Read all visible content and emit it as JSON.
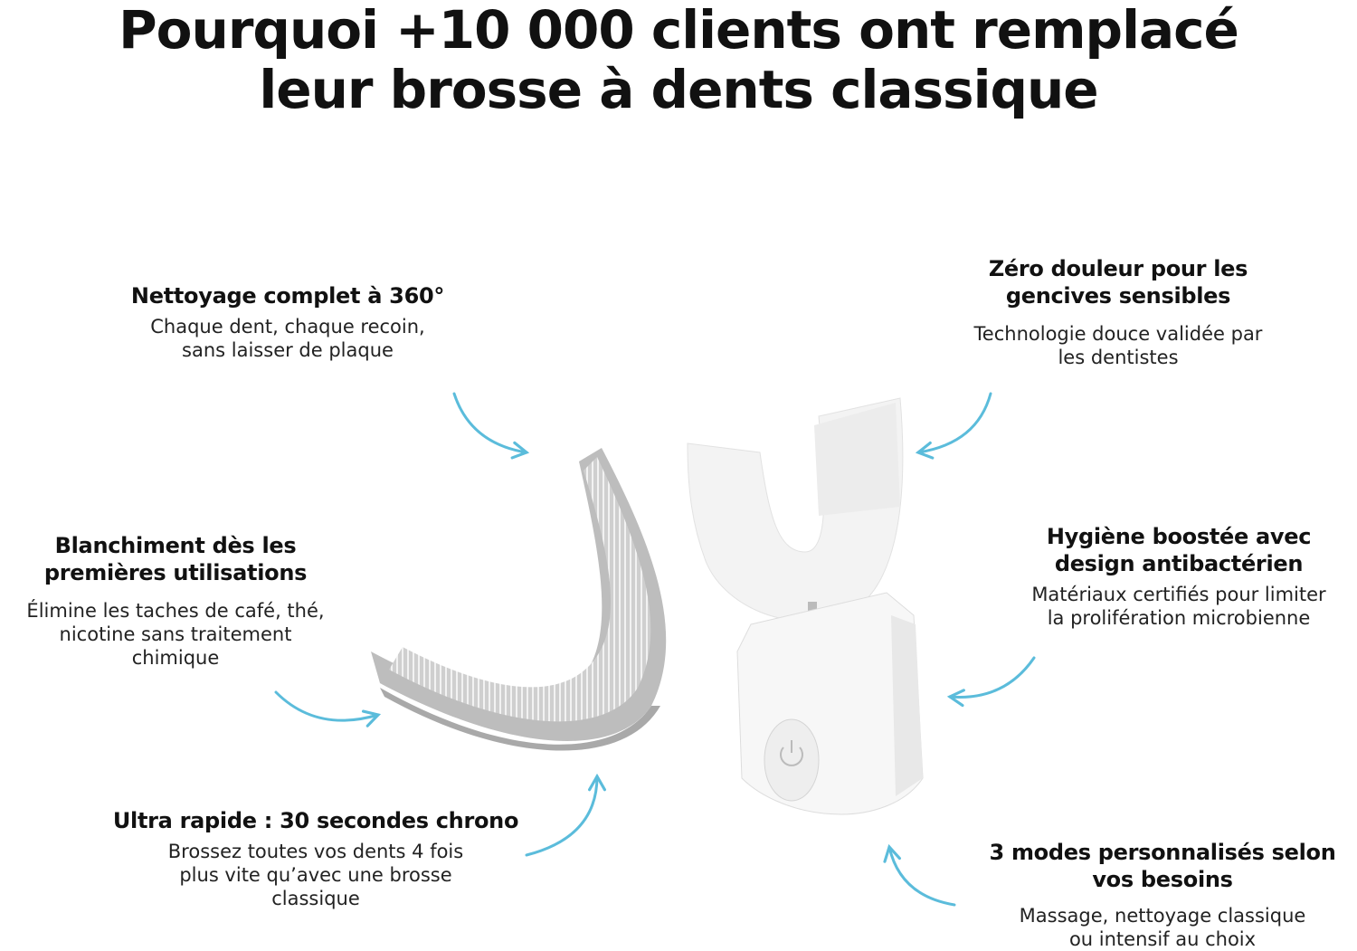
{
  "title": {
    "line1": "Pourquoi +10 000 clients ont remplacé",
    "line2": "leur brosse à dents classique"
  },
  "features": [
    {
      "heading": [
        "Nettoyage complet à 360°"
      ],
      "description": [
        "Chaque dent, chaque recoin,",
        "sans laisser de plaque"
      ]
    },
    {
      "heading": [
        "Zéro douleur pour les",
        "gencives sensibles"
      ],
      "description": [
        "Technologie douce validée par",
        "les dentistes"
      ]
    },
    {
      "heading": [
        "Blanchiment dès les",
        "premières utilisations"
      ],
      "description": [
        "Élimine les taches de café, thé,",
        "nicotine sans traitement",
        "chimique"
      ]
    },
    {
      "heading": [
        "Hygiène boostée avec",
        "design antibactérien"
      ],
      "description": [
        "Matériaux certifiés pour limiter",
        "la prolifération microbienne"
      ]
    },
    {
      "heading": [
        "Ultra rapide : 30 secondes chrono"
      ],
      "description": [
        "Brossez toutes vos dents 4 fois",
        "plus vite qu’avec une brosse",
        "classique"
      ]
    },
    {
      "heading": [
        "3 modes personnalisés selon",
        "vos besoins"
      ],
      "description": [
        "Massage, nettoyage classique",
        "ou intensif au choix"
      ]
    }
  ],
  "colors": {
    "arrow": "#5bbcdb",
    "text": "#111111",
    "brush_gray": "#c9c9c9"
  },
  "icons": [
    "arrow-icon",
    "power-icon"
  ]
}
